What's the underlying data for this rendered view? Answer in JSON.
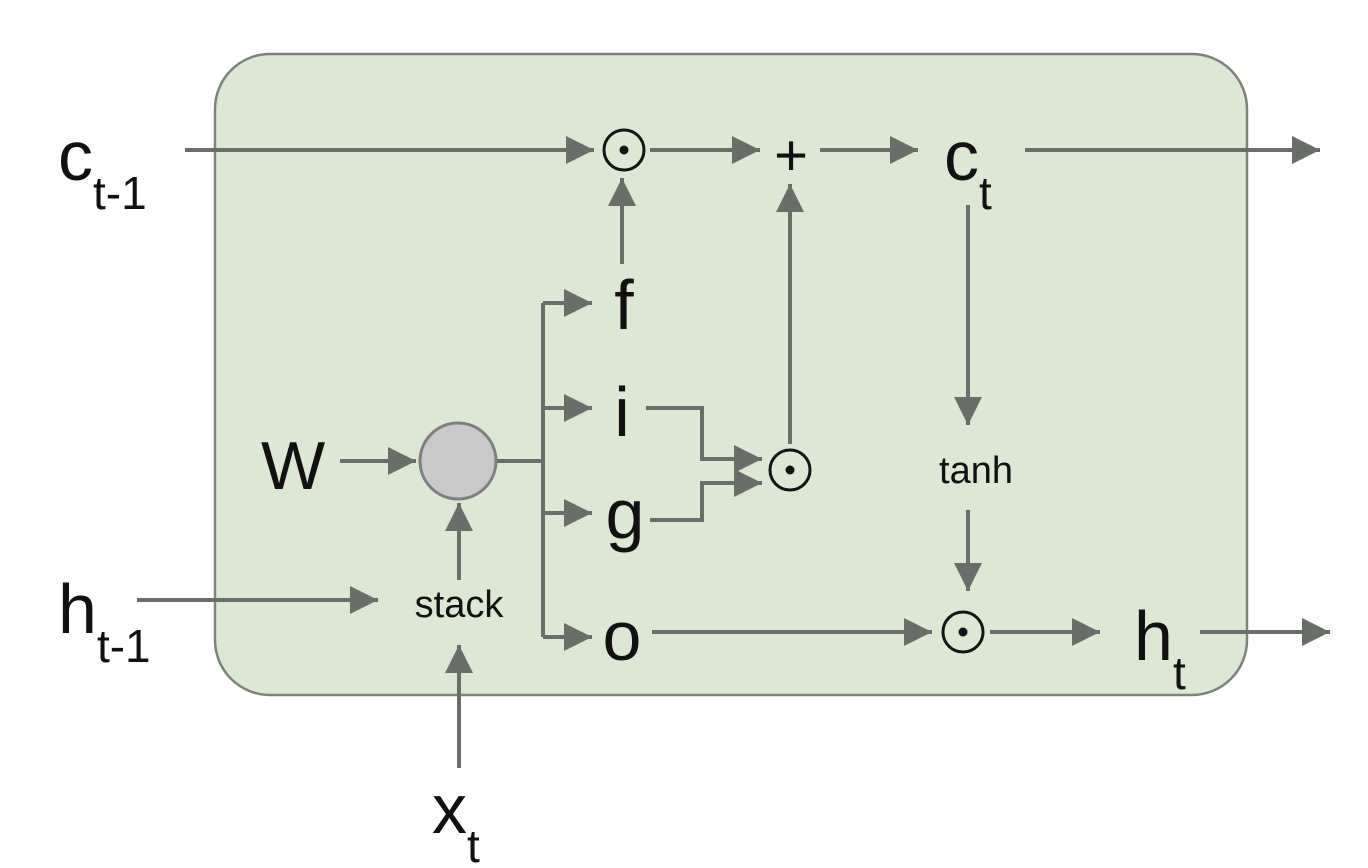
{
  "diagram": {
    "type": "lstm-cell",
    "labels": {
      "c_prev": {
        "base": "c",
        "sub": "t-1"
      },
      "h_prev": {
        "base": "h",
        "sub": "t-1"
      },
      "x_in": {
        "base": "x",
        "sub": "t"
      },
      "c_out": {
        "base": "c",
        "sub": "t"
      },
      "h_out": {
        "base": "h",
        "sub": "t"
      },
      "weights": "W",
      "stack_op": "stack",
      "tanh_op": "tanh",
      "add_op": "+",
      "gate_f": "f",
      "gate_i": "i",
      "gate_g": "g",
      "gate_o": "o"
    },
    "icons": {
      "elementwise_multiply": "circled-dot",
      "stack_combine": "gray-circle"
    },
    "colors": {
      "cell_fill": "#dce8d3",
      "cell_border": "#7b837b",
      "arrow": "#696e69",
      "node_fill": "#c9c9c9",
      "node_border": "#7f7f7f",
      "op_stroke": "#141414",
      "text": "#111111",
      "bg": "#ffffff"
    }
  }
}
